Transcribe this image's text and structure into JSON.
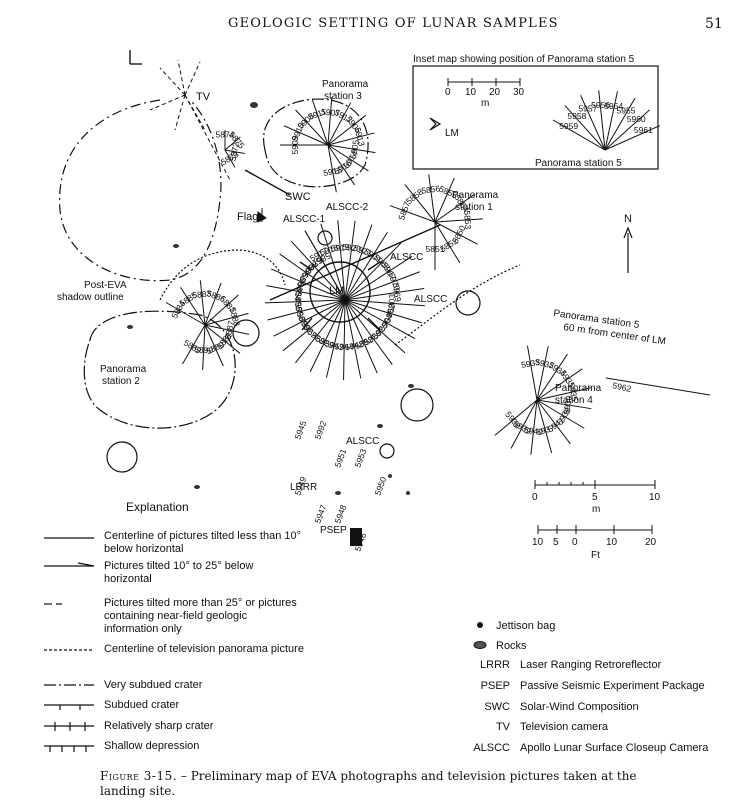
{
  "header": {
    "running_title": "GEOLOGIC SETTING OF LUNAR SAMPLES",
    "page_number": "51"
  },
  "inset": {
    "title": "Inset map showing position of Panorama station 5",
    "scale_ticks": [
      "0",
      "10",
      "20",
      "30"
    ],
    "scale_unit": "m",
    "lm_label": "LM",
    "station_label": "Panorama station 5",
    "photo_numbers": [
      "5959",
      "5958",
      "5957",
      "5956",
      "5954",
      "5955",
      "5960",
      "5961"
    ]
  },
  "map": {
    "tv_label": "TV",
    "north_label": "N",
    "flag_label": "Flag",
    "swc_label": "SWC",
    "lm_label": "LM",
    "alscc_labels": [
      "ALSCC-2",
      "ALSCC-1",
      "ALSCC",
      "ALSCC",
      "ALSCC"
    ],
    "lrrr_label": "LRRR",
    "psep_label": "PSEP",
    "post_eva": "Post-EVA",
    "shadow_outline": "shadow outline",
    "station1_a": "Panorama",
    "station1_b": "station 1",
    "station2_a": "Panorama",
    "station2_b": "station 2",
    "station3_a": "Panorama",
    "station3_b": "station 3",
    "station4_a": "Panorama",
    "station4_b": "station 4",
    "station5_a": "Panorama station 5",
    "station5_b": "60 m from center of LM",
    "scale_m_ticks": [
      "0",
      "5",
      "10"
    ],
    "scale_m_unit": "m",
    "scale_ft_ticks": [
      "10",
      "5",
      "0",
      "10",
      "20"
    ],
    "scale_ft_unit": "Ft",
    "photo_numbers": {
      "tv": [
        "5874",
        "5875",
        "5872",
        "5873"
      ],
      "s3": [
        "5909",
        "5910",
        "5908",
        "5911",
        "5907",
        "5912",
        "5906",
        "5913",
        "5905",
        "5914",
        "5916",
        "5915"
      ],
      "s1": [
        "5857",
        "5858",
        "5856",
        "5855",
        "5854",
        "5853",
        "5850",
        "5852",
        "5851"
      ],
      "center": [
        "5917",
        "5918",
        "5919",
        "5920",
        "5921",
        "5901",
        "5968",
        "5967",
        "5970",
        "5969",
        "5903",
        "5902",
        "5904",
        "5925",
        "5926",
        "5892",
        "5942",
        "5944",
        "5943",
        "5929",
        "5928",
        "5927",
        "5893",
        "5896",
        "5895",
        "5894",
        "5864",
        "5865",
        "5866",
        "5867"
      ],
      "s2": [
        "5884",
        "5885",
        "5883",
        "5886",
        "5882",
        "5888",
        "5887",
        "5881",
        "5880",
        "5890",
        "5889"
      ],
      "s4": [
        "5933",
        "5932",
        "5934",
        "5931",
        "5935",
        "5930",
        "5936",
        "5941",
        "5937",
        "5940",
        "5939",
        "5938"
      ],
      "s5": [
        "5962"
      ],
      "south": [
        "5945",
        "5992",
        "5951",
        "5953",
        "5950",
        "5949",
        "5947",
        "5948",
        "5946"
      ]
    }
  },
  "explanation": {
    "title": "Explanation",
    "items": [
      "Centerline of pictures tilted less than 10° below horizontal",
      "Pictures tilted 10° to 25° below horizontal",
      "Pictures tilted more than 25° or pictures containing near-field geologic information only",
      "Centerline of television panorama picture",
      "Very subdued crater",
      "Subdued crater",
      "Relatively sharp crater",
      "Shallow depression"
    ],
    "symbols": [
      {
        "symbol_name": "jettison-bag-icon",
        "label": "Jettison bag"
      },
      {
        "symbol_name": "rocks-icon",
        "label": "Rocks"
      }
    ],
    "abbreviations": [
      {
        "key": "LRRR",
        "value": "Laser Ranging Retroreflector"
      },
      {
        "key": "PSEP",
        "value": "Passive Seismic Experiment Package"
      },
      {
        "key": "SWC",
        "value": "Solar-Wind Composition"
      },
      {
        "key": "TV",
        "value": "Television camera"
      },
      {
        "key": "ALSCC",
        "value": "Apollo Lunar Surface Closeup Camera"
      }
    ]
  },
  "caption": {
    "figure": "Figure 3-15.",
    "text": " – Preliminary map of EVA photographs and television pictures taken at the landing site."
  }
}
